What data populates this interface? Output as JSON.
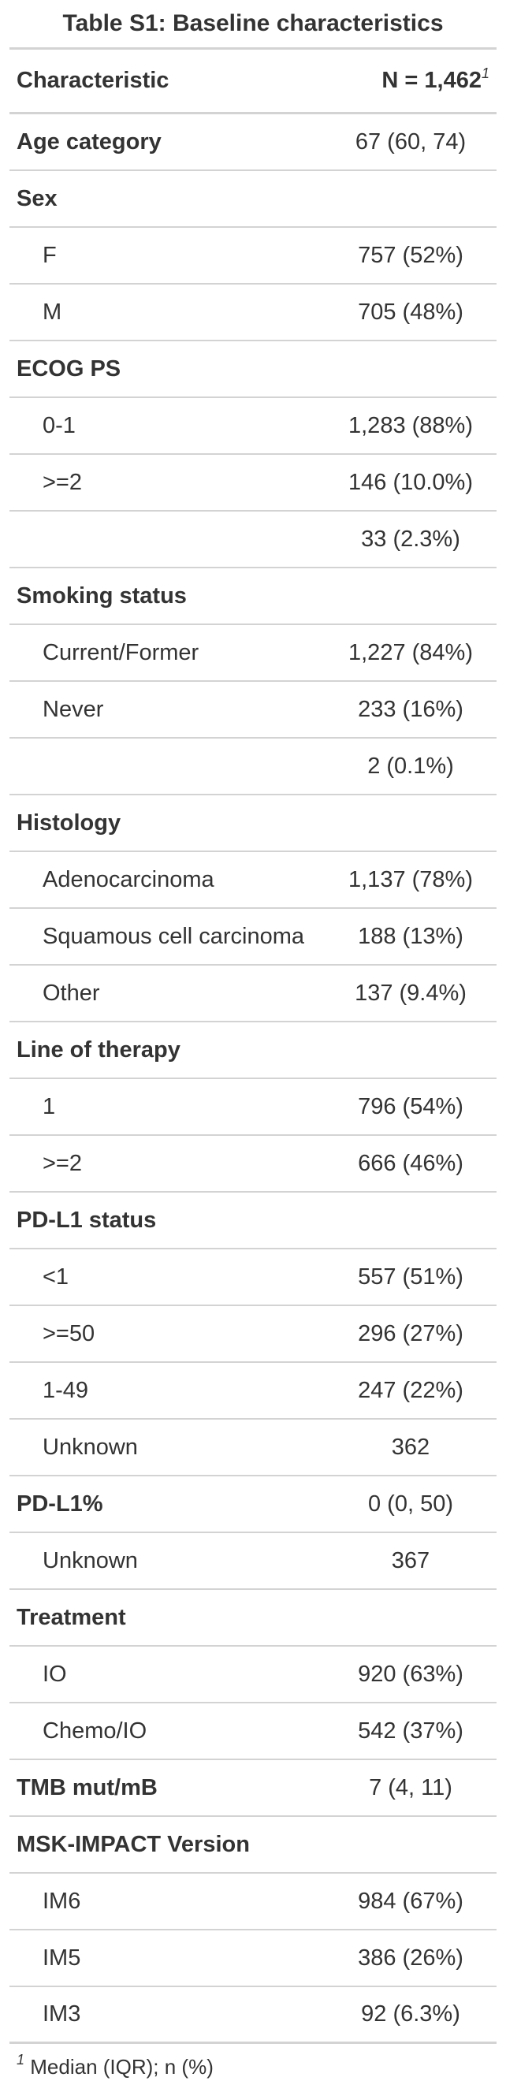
{
  "title": "Table S1: Baseline characteristics",
  "header": {
    "characteristic": "Characteristic",
    "n": "N = 1,462",
    "n_sup": "1"
  },
  "rows": [
    {
      "label": "Age category",
      "value": "67 (60, 74)",
      "type": "group"
    },
    {
      "label": "Sex",
      "value": "",
      "type": "group"
    },
    {
      "label": "F",
      "value": "757 (52%)",
      "type": "sub"
    },
    {
      "label": "M",
      "value": "705 (48%)",
      "type": "sub"
    },
    {
      "label": "ECOG PS",
      "value": "",
      "type": "group"
    },
    {
      "label": "0-1",
      "value": "1,283 (88%)",
      "type": "sub"
    },
    {
      "label": ">=2",
      "value": "146 (10.0%)",
      "type": "sub"
    },
    {
      "label": "",
      "value": "33 (2.3%)",
      "type": "sub"
    },
    {
      "label": "Smoking status",
      "value": "",
      "type": "group"
    },
    {
      "label": "Current/Former",
      "value": "1,227 (84%)",
      "type": "sub"
    },
    {
      "label": "Never",
      "value": "233 (16%)",
      "type": "sub"
    },
    {
      "label": "",
      "value": "2 (0.1%)",
      "type": "sub"
    },
    {
      "label": "Histology",
      "value": "",
      "type": "group"
    },
    {
      "label": "Adenocarcinoma",
      "value": "1,137 (78%)",
      "type": "sub"
    },
    {
      "label": "Squamous cell carcinoma",
      "value": "188 (13%)",
      "type": "sub"
    },
    {
      "label": "Other",
      "value": "137 (9.4%)",
      "type": "sub"
    },
    {
      "label": "Line of therapy",
      "value": "",
      "type": "group"
    },
    {
      "label": "1",
      "value": "796 (54%)",
      "type": "sub"
    },
    {
      "label": ">=2",
      "value": "666 (46%)",
      "type": "sub"
    },
    {
      "label": "PD-L1 status",
      "value": "",
      "type": "group"
    },
    {
      "label": "<1",
      "value": "557 (51%)",
      "type": "sub"
    },
    {
      "label": ">=50",
      "value": "296 (27%)",
      "type": "sub"
    },
    {
      "label": "1-49",
      "value": "247 (22%)",
      "type": "sub"
    },
    {
      "label": "Unknown",
      "value": "362",
      "type": "sub"
    },
    {
      "label": "PD-L1%",
      "value": "0 (0, 50)",
      "type": "group"
    },
    {
      "label": "Unknown",
      "value": "367",
      "type": "sub"
    },
    {
      "label": "Treatment",
      "value": "",
      "type": "group"
    },
    {
      "label": "IO",
      "value": "920 (63%)",
      "type": "sub"
    },
    {
      "label": "Chemo/IO",
      "value": "542 (37%)",
      "type": "sub"
    },
    {
      "label": "TMB mut/mB",
      "value": "7 (4, 11)",
      "type": "group"
    },
    {
      "label": "MSK-IMPACT Version",
      "value": "",
      "type": "group"
    },
    {
      "label": "IM6",
      "value": "984 (67%)",
      "type": "sub"
    },
    {
      "label": "IM5",
      "value": "386 (26%)",
      "type": "sub"
    },
    {
      "label": "IM3",
      "value": "92 (6.3%)",
      "type": "sub"
    }
  ],
  "footnote": {
    "sup": "1",
    "text": "Median (IQR); n (%)"
  }
}
